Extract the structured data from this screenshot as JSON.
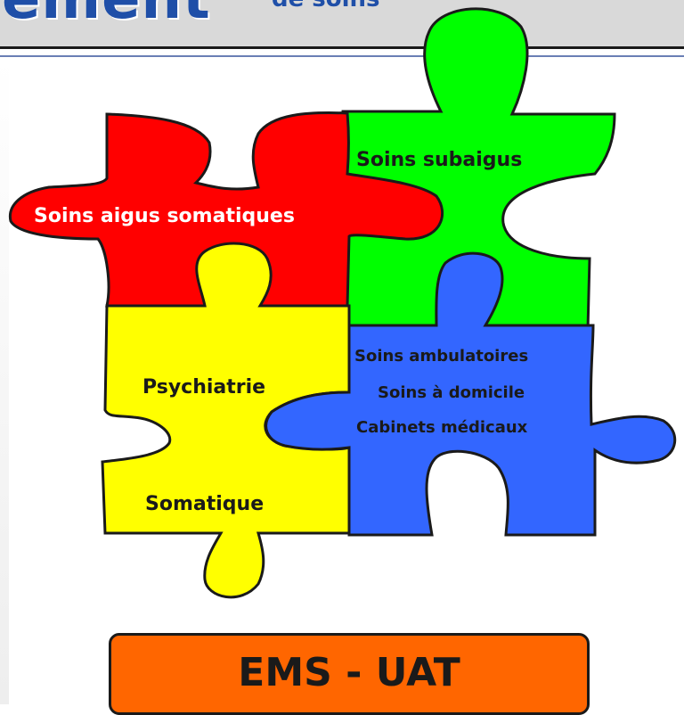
{
  "header": {
    "title_main": "ement",
    "title_suffix": "de soins"
  },
  "pieces": {
    "red": {
      "label": "Soins aigus somatiques",
      "color": "#ff0000"
    },
    "green": {
      "label": "Soins subaigus",
      "color": "#00ff00"
    },
    "yellow": {
      "label_top": "Psychiatrie",
      "label_bottom": "Somatique",
      "color": "#ffff00"
    },
    "blue": {
      "lines": [
        "Soins ambulatoires",
        "Soins à domicile",
        "Cabinets médicaux"
      ],
      "color": "#3366ff"
    }
  },
  "footer_box": {
    "label": "EMS - UAT",
    "color": "#ff6600"
  }
}
